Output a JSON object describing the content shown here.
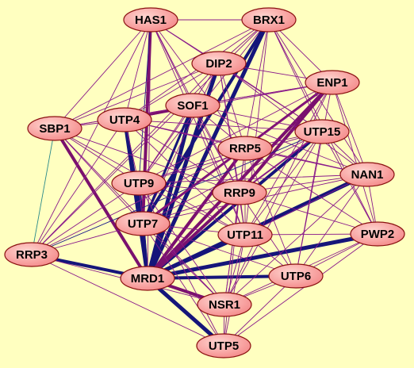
{
  "colors": {
    "background": "#ffffc0",
    "node_fill": "#f48a8a",
    "node_fill_light": "#ffd5d0",
    "node_stroke": "#8a1010",
    "edge_thin_purple": "#8a1a8a",
    "edge_thin_blue": "#1a1a8a",
    "edge_heavy_blue": "#15157a",
    "edge_heavy_purple": "#7a106e",
    "edge_teal": "#2a8a8a"
  },
  "nodes": [
    {
      "id": "HAS1",
      "label": "HAS1"
    },
    {
      "id": "BRX1",
      "label": "BRX1"
    },
    {
      "id": "DIP2",
      "label": "DIP2"
    },
    {
      "id": "ENP1",
      "label": "ENP1"
    },
    {
      "id": "SOF1",
      "label": "SOF1"
    },
    {
      "id": "UTP4",
      "label": "UTP4"
    },
    {
      "id": "SBP1",
      "label": "SBP1"
    },
    {
      "id": "UTP15",
      "label": "UTP15"
    },
    {
      "id": "RRP5",
      "label": "RRP5"
    },
    {
      "id": "NAN1",
      "label": "NAN1"
    },
    {
      "id": "UTP9",
      "label": "UTP9"
    },
    {
      "id": "RRP9",
      "label": "RRP9"
    },
    {
      "id": "UTP7",
      "label": "UTP7"
    },
    {
      "id": "UTP11",
      "label": "UTP11"
    },
    {
      "id": "PWP2",
      "label": "PWP2"
    },
    {
      "id": "RRP3",
      "label": "RRP3"
    },
    {
      "id": "MRD1",
      "label": "MRD1"
    },
    {
      "id": "UTP6",
      "label": "UTP6"
    },
    {
      "id": "NSR1",
      "label": "NSR1"
    },
    {
      "id": "UTP5",
      "label": "UTP5"
    }
  ],
  "edges": [
    [
      "MRD1",
      "BRX1",
      5,
      "blue"
    ],
    [
      "MRD1",
      "DIP2",
      5,
      "blue"
    ],
    [
      "MRD1",
      "SOF1",
      5,
      "blue"
    ],
    [
      "MRD1",
      "ENP1",
      4,
      "purple"
    ],
    [
      "MRD1",
      "UTP15",
      4,
      "blue"
    ],
    [
      "MRD1",
      "NAN1",
      5,
      "blue"
    ],
    [
      "MRD1",
      "PWP2",
      5,
      "blue"
    ],
    [
      "MRD1",
      "UTP11",
      4,
      "blue"
    ],
    [
      "MRD1",
      "UTP6",
      4,
      "blue"
    ],
    [
      "MRD1",
      "NSR1",
      4,
      "purple"
    ],
    [
      "MRD1",
      "UTP5",
      5,
      "blue"
    ],
    [
      "MRD1",
      "RRP3",
      4,
      "blue"
    ],
    [
      "MRD1",
      "SBP1",
      4,
      "purple"
    ],
    [
      "MRD1",
      "UTP4",
      4,
      "blue"
    ],
    [
      "MRD1",
      "UTP9",
      4,
      "blue"
    ],
    [
      "MRD1",
      "UTP7",
      4,
      "blue"
    ],
    [
      "MRD1",
      "RRP9",
      4,
      "purple"
    ],
    [
      "MRD1",
      "RRP5",
      4,
      "purple"
    ],
    [
      "MRD1",
      "HAS1",
      1,
      "purple"
    ],
    [
      "HAS1",
      "BRX1",
      1,
      "purple"
    ],
    [
      "HAS1",
      "UTP7",
      4,
      "purple"
    ],
    [
      "HAS1",
      "SBP1",
      1,
      "purple"
    ],
    [
      "HAS1",
      "RRP3",
      1,
      "purple"
    ],
    [
      "HAS1",
      "UTP9",
      1,
      "blue"
    ],
    [
      "HAS1",
      "RRP5",
      1,
      "purple"
    ],
    [
      "HAS1",
      "UTP15",
      1,
      "purple"
    ],
    [
      "HAS1",
      "DIP2",
      1,
      "purple"
    ],
    [
      "HAS1",
      "SOF1",
      1,
      "purple"
    ],
    [
      "HAS1",
      "UTP4",
      1,
      "purple"
    ],
    [
      "HAS1",
      "RRP9",
      1,
      "purple"
    ],
    [
      "HAS1",
      "UTP11",
      1,
      "purple"
    ],
    [
      "BRX1",
      "UTP7",
      4,
      "blue"
    ],
    [
      "BRX1",
      "SBP1",
      1,
      "purple"
    ],
    [
      "BRX1",
      "ENP1",
      1,
      "purple"
    ],
    [
      "BRX1",
      "UTP15",
      1,
      "purple"
    ],
    [
      "BRX1",
      "RRP5",
      1,
      "purple"
    ],
    [
      "BRX1",
      "UTP9",
      1,
      "purple"
    ],
    [
      "BRX1",
      "RRP3",
      1,
      "purple"
    ],
    [
      "BRX1",
      "UTP4",
      1,
      "purple"
    ],
    [
      "BRX1",
      "DIP2",
      1,
      "purple"
    ],
    [
      "BRX1",
      "NAN1",
      1,
      "purple"
    ],
    [
      "BRX1",
      "UTP11",
      1,
      "purple"
    ],
    [
      "BRX1",
      "PWP2",
      1,
      "purple"
    ],
    [
      "DIP2",
      "UTP4",
      1,
      "purple"
    ],
    [
      "DIP2",
      "SBP1",
      1,
      "purple"
    ],
    [
      "DIP2",
      "ENP1",
      1,
      "purple"
    ],
    [
      "DIP2",
      "UTP15",
      1,
      "purple"
    ],
    [
      "DIP2",
      "RRP5",
      1,
      "purple"
    ],
    [
      "DIP2",
      "UTP9",
      1,
      "purple"
    ],
    [
      "DIP2",
      "RRP3",
      1,
      "purple"
    ],
    [
      "DIP2",
      "UTP11",
      1,
      "purple"
    ],
    [
      "DIP2",
      "NAN1",
      1,
      "purple"
    ],
    [
      "DIP2",
      "UTP7",
      1,
      "purple"
    ],
    [
      "DIP2",
      "RRP9",
      1,
      "purple"
    ],
    [
      "ENP1",
      "RRP9",
      4,
      "purple"
    ],
    [
      "ENP1",
      "UTP7",
      3,
      "purple"
    ],
    [
      "ENP1",
      "UTP4",
      1,
      "purple"
    ],
    [
      "ENP1",
      "SBP1",
      1,
      "purple"
    ],
    [
      "ENP1",
      "UTP9",
      1,
      "purple"
    ],
    [
      "ENP1",
      "PWP2",
      1,
      "purple"
    ],
    [
      "ENP1",
      "UTP11",
      1,
      "purple"
    ],
    [
      "ENP1",
      "NAN1",
      1,
      "purple"
    ],
    [
      "ENP1",
      "RRP5",
      1,
      "purple"
    ],
    [
      "ENP1",
      "SOF1",
      1,
      "purple"
    ],
    [
      "ENP1",
      "UTP6",
      1,
      "purple"
    ],
    [
      "ENP1",
      "NSR1",
      1,
      "purple"
    ],
    [
      "SOF1",
      "UTP4",
      3,
      "purple"
    ],
    [
      "SOF1",
      "UTP7",
      3,
      "blue"
    ],
    [
      "SOF1",
      "SBP1",
      1,
      "purple"
    ],
    [
      "SOF1",
      "UTP9",
      1,
      "purple"
    ],
    [
      "SOF1",
      "RRP5",
      1,
      "purple"
    ],
    [
      "SOF1",
      "UTP15",
      1,
      "purple"
    ],
    [
      "SOF1",
      "UTP11",
      1,
      "purple"
    ],
    [
      "SOF1",
      "RRP9",
      1,
      "purple"
    ],
    [
      "SOF1",
      "NAN1",
      1,
      "purple"
    ],
    [
      "UTP4",
      "UTP7",
      4,
      "blue"
    ],
    [
      "UTP4",
      "UTP9",
      1,
      "purple"
    ],
    [
      "UTP4",
      "SBP1",
      1,
      "purple"
    ],
    [
      "UTP4",
      "RRP3",
      1,
      "purple"
    ],
    [
      "UTP4",
      "RRP5",
      1,
      "purple"
    ],
    [
      "UTP4",
      "UTP11",
      1,
      "purple"
    ],
    [
      "UTP4",
      "UTP15",
      1,
      "purple"
    ],
    [
      "UTP4",
      "RRP9",
      1,
      "purple"
    ],
    [
      "UTP4",
      "NAN1",
      1,
      "purple"
    ],
    [
      "SBP1",
      "UTP7",
      1,
      "purple"
    ],
    [
      "SBP1",
      "UTP9",
      1,
      "purple"
    ],
    [
      "SBP1",
      "RRP3",
      1,
      "teal"
    ],
    [
      "SBP1",
      "NSR1",
      1,
      "purple"
    ],
    [
      "SBP1",
      "UTP11",
      1,
      "purple"
    ],
    [
      "SBP1",
      "RRP9",
      1,
      "purple"
    ],
    [
      "UTP15",
      "RRP9",
      2,
      "purple"
    ],
    [
      "UTP15",
      "UTP7",
      1,
      "purple"
    ],
    [
      "UTP15",
      "UTP9",
      1,
      "purple"
    ],
    [
      "UTP15",
      "RRP5",
      1,
      "purple"
    ],
    [
      "UTP15",
      "UTP11",
      1,
      "purple"
    ],
    [
      "UTP15",
      "PWP2",
      1,
      "purple"
    ],
    [
      "UTP15",
      "NAN1",
      1,
      "purple"
    ],
    [
      "UTP15",
      "UTP6",
      1,
      "purple"
    ],
    [
      "UTP15",
      "NSR1",
      1,
      "purple"
    ],
    [
      "UTP15",
      "RRP3",
      1,
      "blue"
    ],
    [
      "RRP5",
      "UTP9",
      1,
      "purple"
    ],
    [
      "RRP5",
      "RRP9",
      1,
      "purple"
    ],
    [
      "RRP5",
      "UTP7",
      1,
      "purple"
    ],
    [
      "RRP5",
      "NAN1",
      1,
      "purple"
    ],
    [
      "RRP5",
      "UTP11",
      1,
      "purple"
    ],
    [
      "RRP5",
      "PWP2",
      1,
      "purple"
    ],
    [
      "RRP5",
      "UTP6",
      1,
      "purple"
    ],
    [
      "RRP5",
      "NSR1",
      1,
      "purple"
    ],
    [
      "RRP5",
      "RRP3",
      1,
      "purple"
    ],
    [
      "NAN1",
      "RRP9",
      1,
      "purple"
    ],
    [
      "NAN1",
      "UTP7",
      1,
      "purple"
    ],
    [
      "NAN1",
      "UTP11",
      1,
      "purple"
    ],
    [
      "NAN1",
      "PWP2",
      1,
      "purple"
    ],
    [
      "NAN1",
      "UTP6",
      1,
      "purple"
    ],
    [
      "NAN1",
      "NSR1",
      1,
      "purple"
    ],
    [
      "NAN1",
      "UTP9",
      1,
      "purple"
    ],
    [
      "UTP9",
      "UTP7",
      1,
      "purple"
    ],
    [
      "UTP9",
      "RRP9",
      1,
      "purple"
    ],
    [
      "UTP9",
      "RRP3",
      1,
      "purple"
    ],
    [
      "UTP9",
      "UTP11",
      1,
      "purple"
    ],
    [
      "UTP9",
      "NSR1",
      1,
      "purple"
    ],
    [
      "UTP9",
      "UTP5",
      1,
      "purple"
    ],
    [
      "RRP9",
      "UTP7",
      1,
      "purple"
    ],
    [
      "RRP9",
      "UTP11",
      1,
      "purple"
    ],
    [
      "RRP9",
      "PWP2",
      1,
      "purple"
    ],
    [
      "RRP9",
      "UTP6",
      1,
      "purple"
    ],
    [
      "RRP9",
      "NSR1",
      1,
      "purple"
    ],
    [
      "RRP9",
      "UTP5",
      1,
      "purple"
    ],
    [
      "UTP7",
      "UTP11",
      1,
      "purple"
    ],
    [
      "UTP7",
      "RRP3",
      1,
      "purple"
    ],
    [
      "UTP7",
      "NSR1",
      1,
      "purple"
    ],
    [
      "UTP7",
      "UTP5",
      1,
      "purple"
    ],
    [
      "UTP7",
      "UTP6",
      1,
      "purple"
    ],
    [
      "UTP11",
      "PWP2",
      1,
      "purple"
    ],
    [
      "UTP11",
      "UTP6",
      1,
      "purple"
    ],
    [
      "UTP11",
      "NSR1",
      1,
      "purple"
    ],
    [
      "UTP11",
      "UTP5",
      1,
      "purple"
    ],
    [
      "PWP2",
      "UTP6",
      1,
      "purple"
    ],
    [
      "PWP2",
      "NSR1",
      1,
      "purple"
    ],
    [
      "PWP2",
      "UTP5",
      1,
      "purple"
    ],
    [
      "RRP3",
      "NSR1",
      1,
      "purple"
    ],
    [
      "RRP3",
      "UTP5",
      1,
      "purple"
    ],
    [
      "UTP6",
      "NSR1",
      1,
      "purple"
    ],
    [
      "UTP6",
      "UTP5",
      1,
      "purple"
    ],
    [
      "NSR1",
      "UTP5",
      1,
      "purple"
    ]
  ]
}
